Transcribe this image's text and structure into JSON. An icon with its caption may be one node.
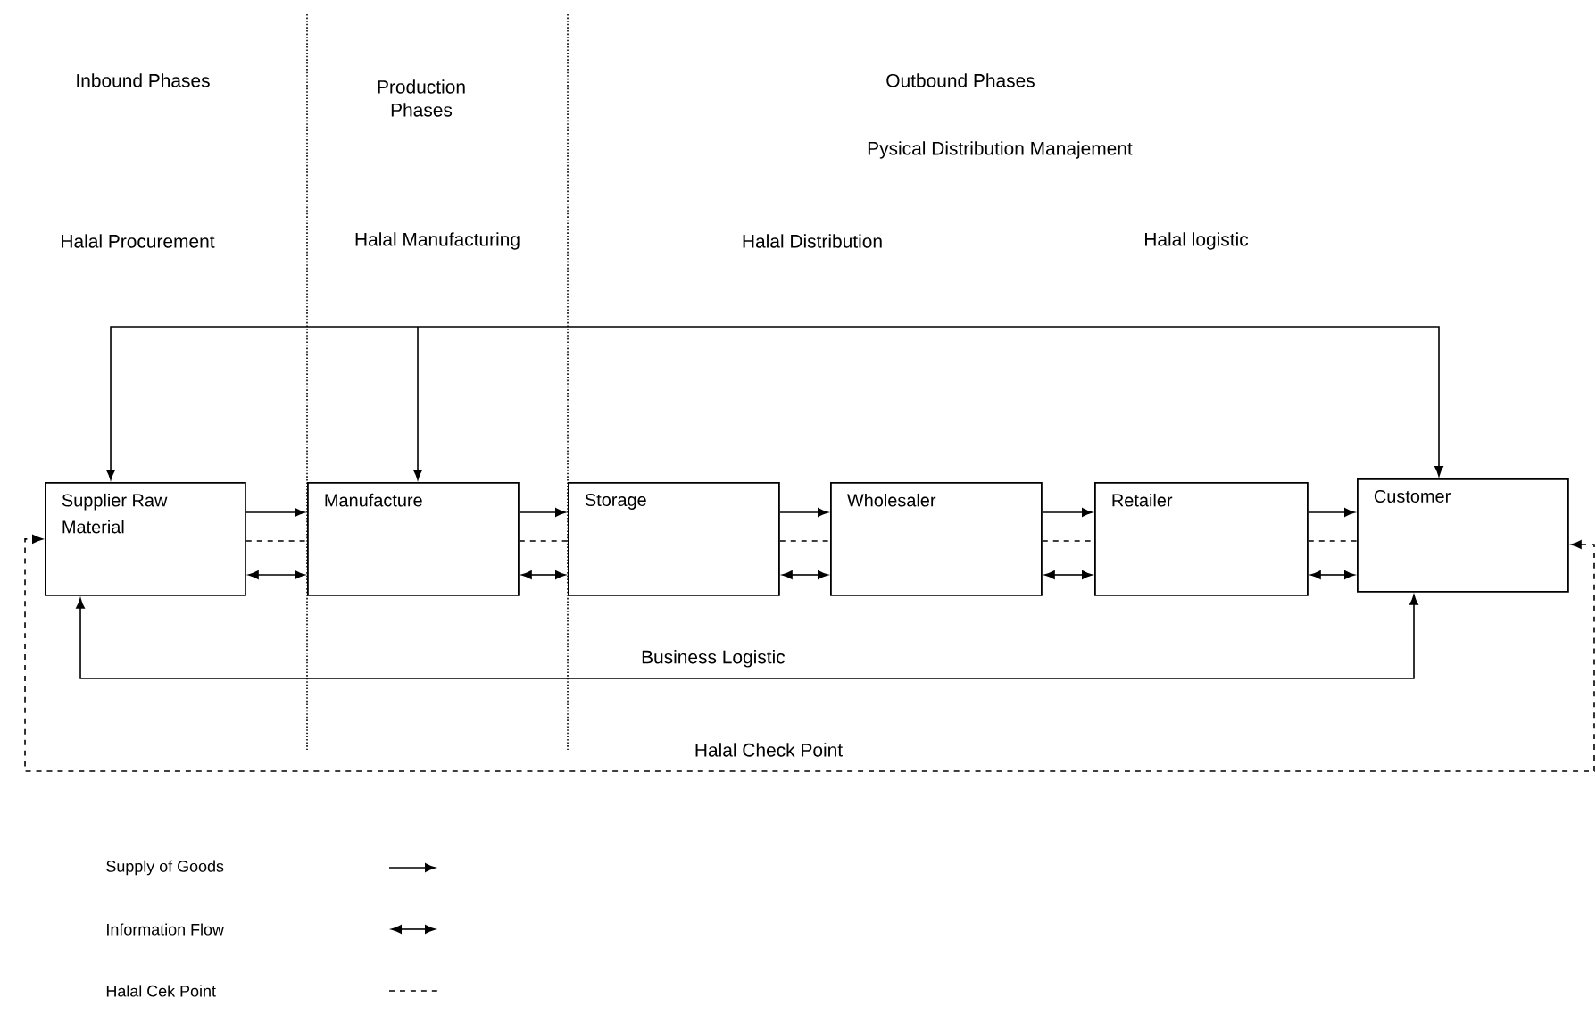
{
  "diagram": {
    "nodes": [
      {
        "text": [
          "Supplier Raw Material"
        ]
      },
      {
        "text": [
          "Manufacture"
        ]
      },
      {
        "text": [
          "Storage"
        ]
      },
      {
        "text": [
          "Wholesaler"
        ]
      },
      {
        "text": [
          "Retailer"
        ]
      },
      {
        "text": [
          "Customer"
        ]
      }
    ],
    "edges": [
      {
        "from": 0,
        "to": 1,
        "arrow": "to"
      },
      {
        "from": 0,
        "to": 1,
        "arrow": "none",
        "style": "dashed"
      },
      {
        "from": 0,
        "to": 1,
        "arrow": "both"
      },
      {
        "from": 1,
        "to": 2,
        "arrow": "to"
      },
      {
        "from": 1,
        "to": 2,
        "arrow": "none",
        "style": "dashed"
      },
      {
        "from": 1,
        "to": 2,
        "arrow": "both"
      },
      {
        "from": 2,
        "to": 3,
        "arrow": "to"
      },
      {
        "from": 2,
        "to": 3,
        "arrow": "none",
        "style": "dashed"
      },
      {
        "from": 2,
        "to": 3,
        "arrow": "both"
      },
      {
        "from": 3,
        "to": 4,
        "arrow": "to"
      },
      {
        "from": 3,
        "to": 4,
        "arrow": "none",
        "style": "dashed"
      },
      {
        "from": 3,
        "to": 4,
        "arrow": "both"
      },
      {
        "from": 4,
        "to": 5,
        "arrow": "to"
      },
      {
        "from": 4,
        "to": 5,
        "arrow": "none",
        "style": "dashed"
      },
      {
        "from": 4,
        "to": 5,
        "arrow": "both"
      },
      {
        "from": 5,
        "to": 0,
        "arrow": "both"
      },
      {
        "from": null,
        "to": 1,
        "arrow": "to"
      },
      {
        "from": 5,
        "to": 0,
        "arrow": "both",
        "label": "Business Logistic"
      },
      {
        "from": 5,
        "to": 0,
        "arrow": "both",
        "style": "dashed",
        "label": "Halal Check Point"
      }
    ],
    "labels": [
      "Inbound Phases",
      "Production Phases",
      "Outbound Phases",
      "Pysical Distribution Manajement",
      "Halal Procurement",
      "Halal Manufacturing",
      "Halal Distribution",
      "Halal logistic"
    ],
    "legend": [
      {
        "text": "Supply of Goods"
      },
      {
        "text": "Information Flow"
      },
      {
        "text": "Halal Cek Point"
      }
    ]
  }
}
